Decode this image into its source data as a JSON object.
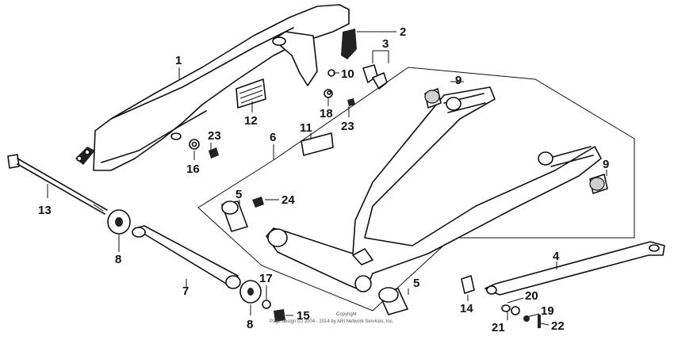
{
  "callouts": [
    {
      "id": "1",
      "text": "1"
    },
    {
      "id": "2",
      "text": "2"
    },
    {
      "id": "3",
      "text": "3"
    },
    {
      "id": "4",
      "text": "4"
    },
    {
      "id": "5a",
      "text": "5"
    },
    {
      "id": "5b",
      "text": "5"
    },
    {
      "id": "6",
      "text": "6"
    },
    {
      "id": "7",
      "text": "7"
    },
    {
      "id": "8a",
      "text": "8"
    },
    {
      "id": "8b",
      "text": "8"
    },
    {
      "id": "9a",
      "text": "9"
    },
    {
      "id": "9b",
      "text": "9"
    },
    {
      "id": "10",
      "text": "10"
    },
    {
      "id": "11",
      "text": "11"
    },
    {
      "id": "12",
      "text": "12"
    },
    {
      "id": "13",
      "text": "13"
    },
    {
      "id": "14",
      "text": "14"
    },
    {
      "id": "15",
      "text": "15"
    },
    {
      "id": "16",
      "text": "16"
    },
    {
      "id": "17",
      "text": "17"
    },
    {
      "id": "18",
      "text": "18"
    },
    {
      "id": "19",
      "text": "19"
    },
    {
      "id": "20",
      "text": "20"
    },
    {
      "id": "21",
      "text": "21"
    },
    {
      "id": "22",
      "text": "22"
    },
    {
      "id": "23a",
      "text": "23"
    },
    {
      "id": "23b",
      "text": "23"
    },
    {
      "id": "24",
      "text": "24"
    }
  ],
  "copyright": {
    "line1": "Copyright",
    "line2": "Page design (c) 2004 - 2014 by ARI Network Services, Inc."
  }
}
